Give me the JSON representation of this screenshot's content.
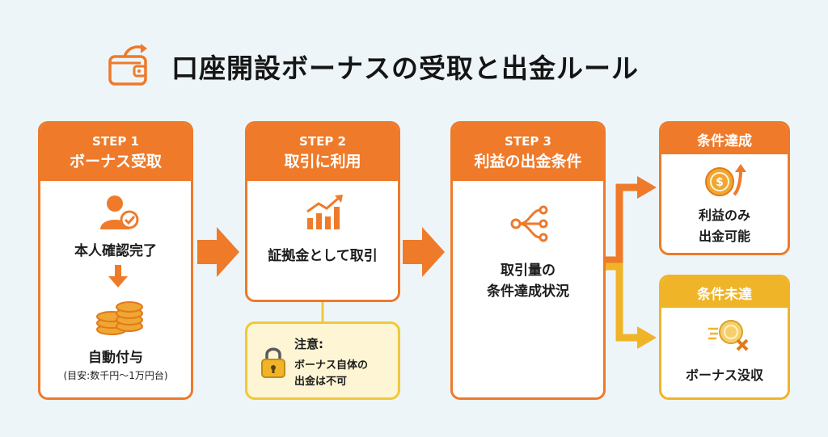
{
  "title": "口座開設ボーナスの受取と出金ルール",
  "steps": [
    {
      "step": "STEP 1",
      "name": "ボーナス受取",
      "item1": "本人確認完了",
      "item2": "自動付与",
      "item2_note": "(目安:数千円〜1万円台)"
    },
    {
      "step": "STEP 2",
      "name": "取引に利用",
      "item1": "証拠金として取引"
    },
    {
      "step": "STEP 3",
      "name": "利益の出金条件",
      "item1_line1": "取引量の",
      "item1_line2": "条件達成状況"
    }
  ],
  "note": {
    "heading": "注意:",
    "line1": "ボーナス自体の",
    "line2": "出金は不可"
  },
  "outcomes": [
    {
      "head": "条件達成",
      "line1": "利益のみ",
      "line2": "出金可能",
      "color": "#ee7a2a"
    },
    {
      "head": "条件未達",
      "line1": "ボーナス没収",
      "color": "#f0b429"
    }
  ],
  "colors": {
    "orange": "#ee7a2a",
    "yellow": "#f0b429",
    "background": "#eef5f9"
  }
}
